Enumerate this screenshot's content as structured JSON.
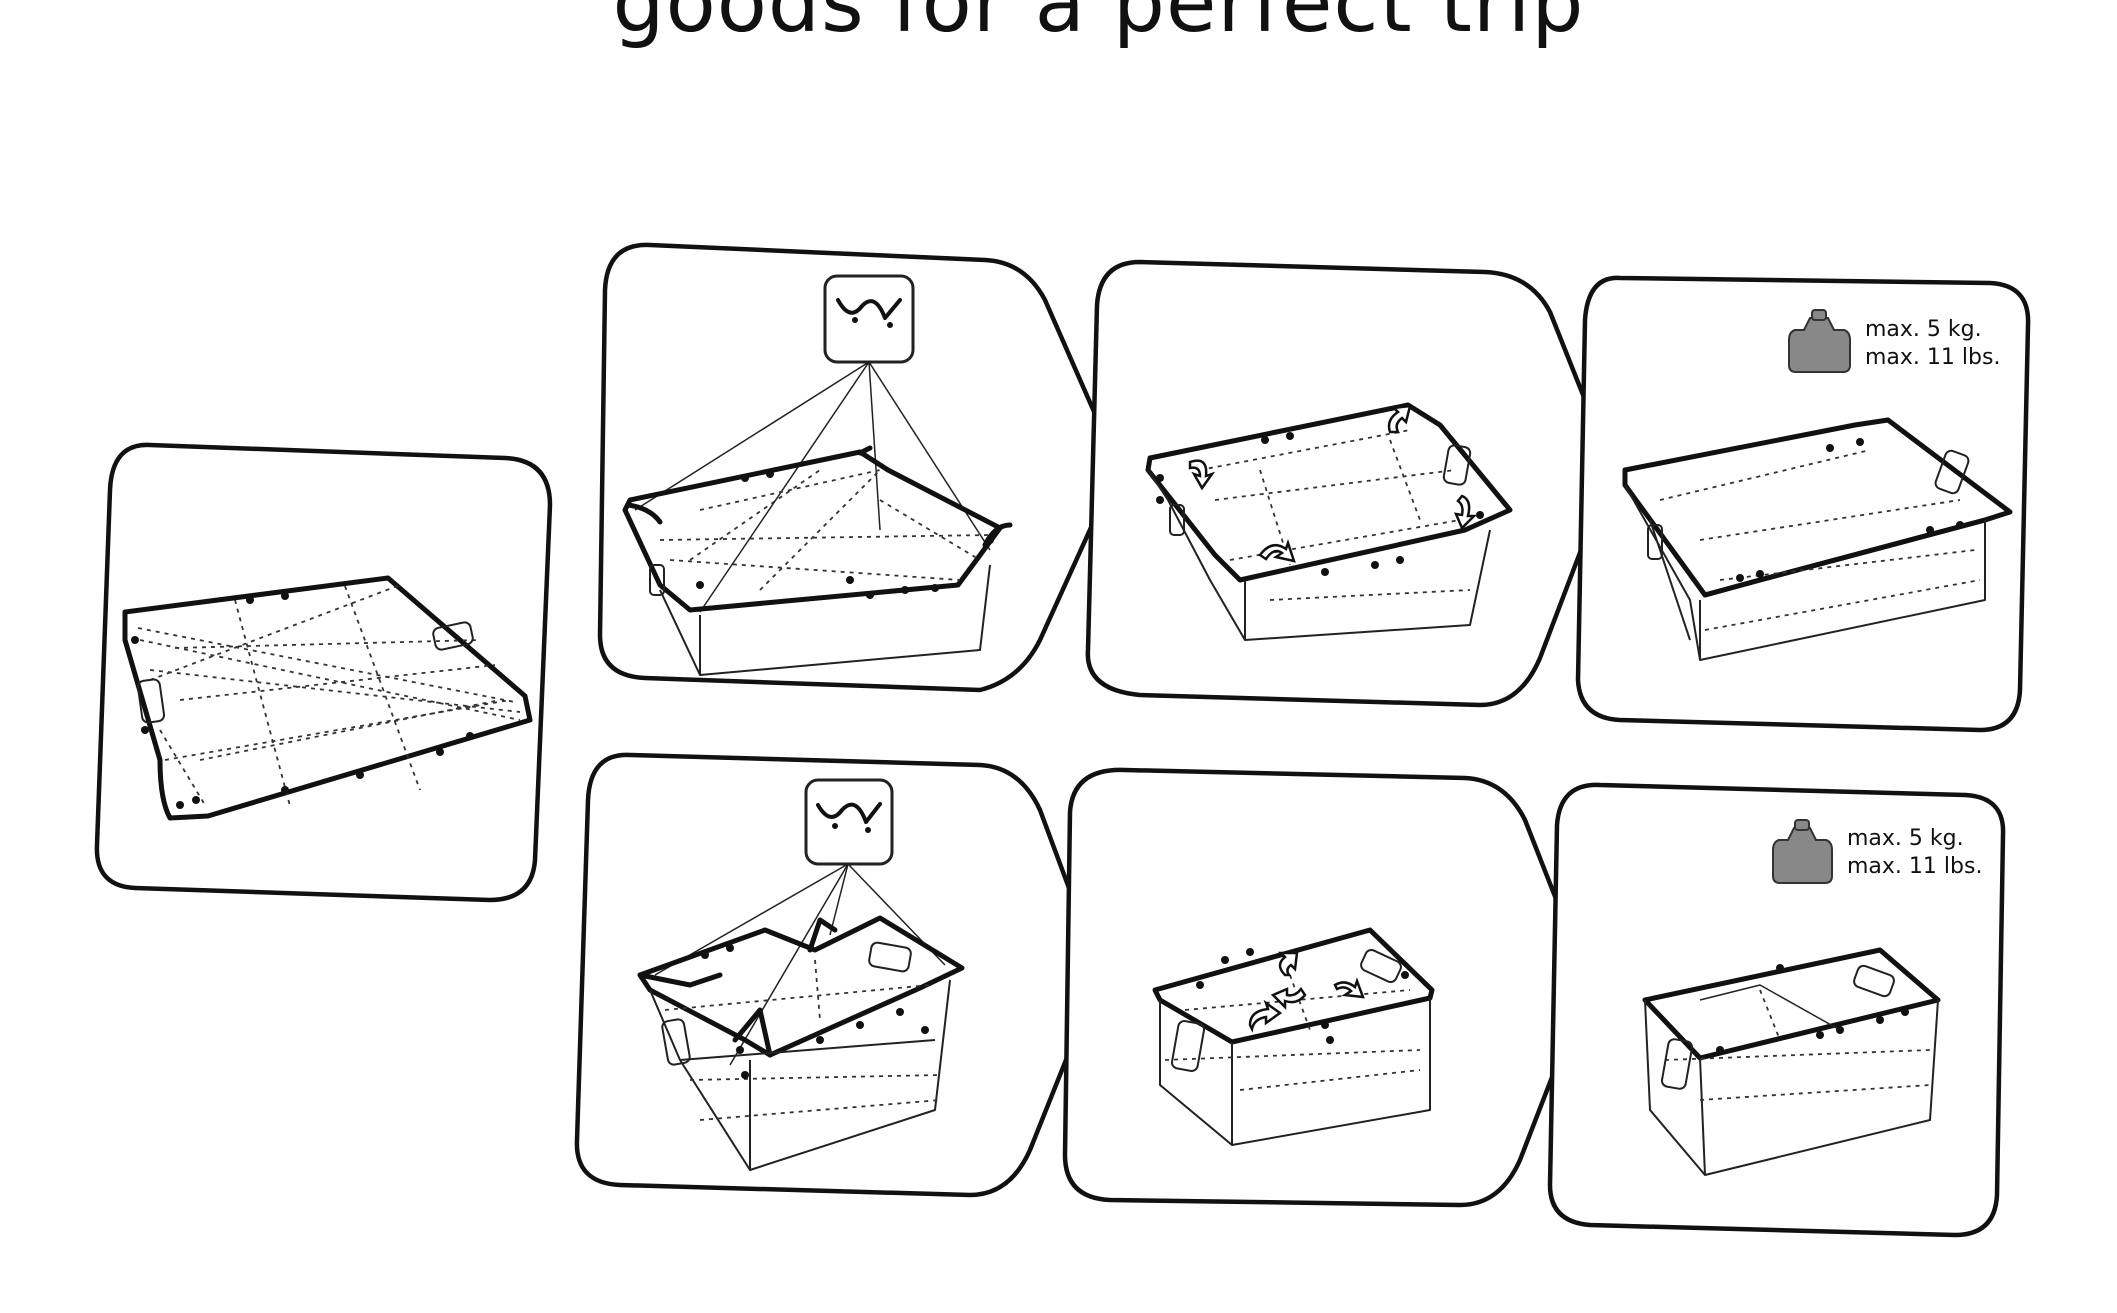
{
  "title": "goods for a perfect trip",
  "weight_label": {
    "line1": "max. 5 kg.",
    "line2": "max. 11 lbs."
  },
  "icons": [
    "fold-detail-icon",
    "weight-icon",
    "fold-arrow-icon"
  ]
}
